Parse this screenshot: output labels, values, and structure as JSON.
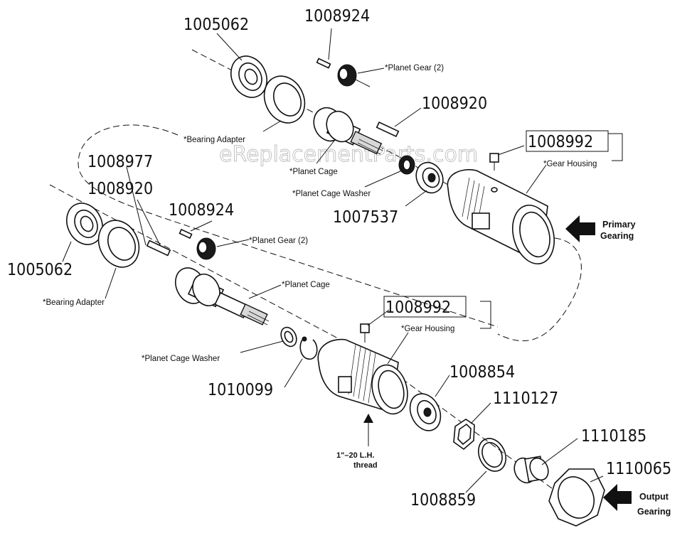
{
  "watermark": "eReplacementParts.com",
  "part_numbers": {
    "p1005062_top": "1005062",
    "p1008924_top": "1008924",
    "p1008920_top": "1008920",
    "p1008992_top": "1008992",
    "p1007537": "1007537",
    "p1008977": "1008977",
    "p1008920_mid": "1008920",
    "p1008924_mid": "1008924",
    "p1005062_mid": "1005062",
    "p1008992_mid": "1008992",
    "p1010099": "1010099",
    "p1008854": "1008854",
    "p1110127": "1110127",
    "p1110185": "1110185",
    "p1110065": "1110065",
    "p1008859": "1008859"
  },
  "labels": {
    "planet_gear_top": "*Planet Gear (2)",
    "bearing_adapter_top": "*Bearing Adapter",
    "planet_cage_top": "*Planet Cage",
    "planet_cage_washer_top": "*Planet Cage Washer",
    "gear_housing_top": "*Gear Housing",
    "planet_gear_mid": "*Planet Gear (2)",
    "bearing_adapter_mid": "*Bearing Adapter",
    "planet_cage_mid": "*Planet Cage",
    "planet_cage_washer_mid": "*Planet Cage Washer",
    "gear_housing_mid": "*Gear Housing"
  },
  "arrows": {
    "primary_line1": "Primary",
    "primary_line2": "Gearing",
    "output_line1": "Output",
    "output_line2": "Gearing"
  },
  "thread_note": {
    "line1": "1\"–20 L.H.",
    "line2": "thread"
  }
}
